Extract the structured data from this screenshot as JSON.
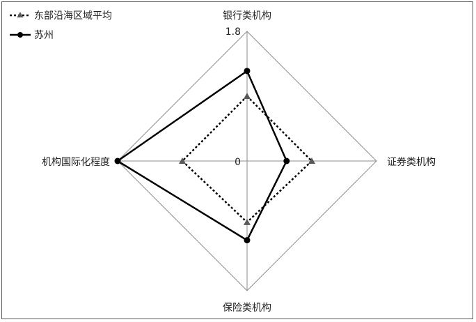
{
  "chart_data": {
    "type": "radar",
    "axes": [
      "银行类机构",
      "证券类机构",
      "保险类机构",
      "机构国际化程度"
    ],
    "ticks": [
      "0",
      "1.8"
    ],
    "rmin": 0,
    "rmax": 1.8,
    "legend": "top-left",
    "series": [
      {
        "name": "东部沿海区域平均",
        "values": [
          0.9,
          0.9,
          0.85,
          0.9
        ],
        "color": "#000000",
        "marker": "triangle",
        "line": "dotted",
        "marker_color": "#595959"
      },
      {
        "name": "苏州",
        "values": [
          1.25,
          0.55,
          1.1,
          1.8
        ],
        "color": "#000000",
        "marker": "circle",
        "line": "solid",
        "marker_color": "#000000"
      }
    ]
  }
}
